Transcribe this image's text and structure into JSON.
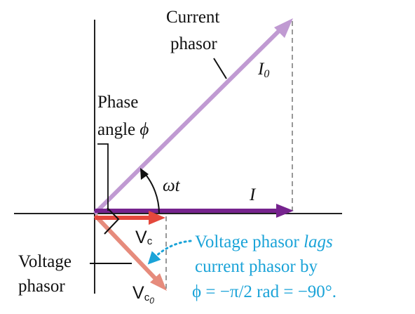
{
  "labels": {
    "current_phasor_line1": "Current",
    "current_phasor_line2": "phasor",
    "i0_main": "I",
    "i0_sub": "0",
    "phase_angle_line1": "Phase",
    "phase_angle_line2": "angle",
    "phi_symbol": "ϕ",
    "omega_t": "ωt",
    "i_label": "I",
    "vc_main": "V",
    "vc_sub": "c",
    "vc0_main": "V",
    "vc0_sub": "c",
    "vc0_subsub": "0",
    "voltage_phasor_line1": "Voltage",
    "voltage_phasor_line2": "phasor"
  },
  "caption": {
    "line1_text": "Voltage phasor ",
    "line1_italic": "lags",
    "line2": "current phasor by",
    "line3": "ϕ = −π/2 rad = −90°."
  },
  "colors": {
    "current_phasor": "#c09ad2",
    "current_instant": "#76238e",
    "voltage_instant": "#e4483c",
    "voltage_phasor": "#e68b7c",
    "caption_blue": "#1aa3d8",
    "axes": "#222222",
    "dashed": "#777777"
  }
}
